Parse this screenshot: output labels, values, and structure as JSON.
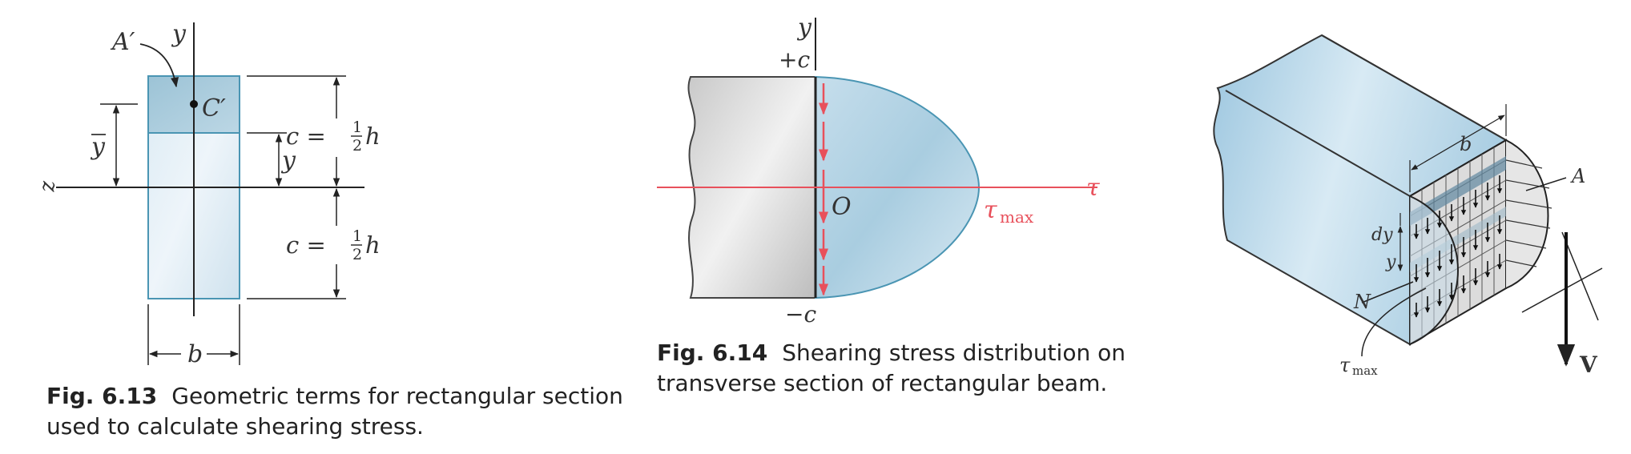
{
  "fig13": {
    "labels": {
      "A_prime": "A′",
      "y_axis": "y",
      "C_prime": "C′",
      "y_bar": "y",
      "y": "y",
      "z": "z",
      "c_top": "c =",
      "half_h": "h",
      "frac_num": "1",
      "frac_den": "2",
      "c_bot": "c =",
      "b": "b"
    },
    "caption_number": "Fig. 6.13",
    "caption_line1": "Geometric terms for rectangular section",
    "caption_line2": "used to calculate shearing stress."
  },
  "fig14": {
    "labels": {
      "y_axis": "y",
      "plus_c": "+c",
      "O": "O",
      "tau": "τ",
      "tau_max": "τ",
      "tau_max_sub": "max",
      "minus_c": "−c"
    },
    "caption_number": "Fig. 6.14",
    "caption_line1": "Shearing stress distribution on",
    "caption_line2": "transverse section of rectangular beam."
  },
  "fig15": {
    "labels": {
      "b": "b",
      "A": "A",
      "dy": "dy",
      "y": "y",
      "N": "N",
      "tau_max": "τ",
      "tau_max_sub": "max",
      "V": "V"
    }
  },
  "colors": {
    "section_fill": "#cfe3ef",
    "section_stroke": "#4a95b3",
    "stress_red": "#e8505b",
    "beam_grey": "#d4d4d4"
  }
}
